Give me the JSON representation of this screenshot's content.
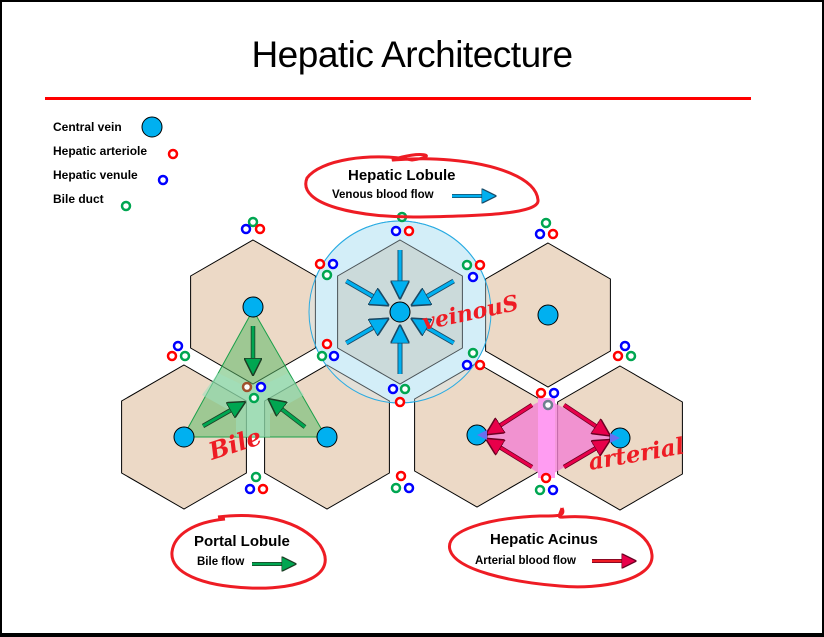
{
  "title": "Hepatic Architecture",
  "colors": {
    "title_rule": "#ff0000",
    "central_vein": "#00b0f0",
    "hepatic_arteriole": "#ff0000",
    "hepatic_venule": "#0000ff",
    "bile_duct": "#00a651",
    "hex_fill": "#ecd9c6",
    "lobule_circle_fill": "#d3eef8",
    "lobule_hex_fill": "#c7cfc9",
    "portal_fill": "#8cc98f",
    "acinus_fill": "#f27fd2",
    "annotation": "#ee1c24"
  },
  "legend": {
    "items": [
      {
        "label": "Central vein",
        "icon": "central-vein-circle"
      },
      {
        "label": "Hepatic arteriole",
        "icon": "red-ring"
      },
      {
        "label": "Hepatic venule",
        "icon": "blue-ring"
      },
      {
        "label": "Bile duct",
        "icon": "green-ring"
      }
    ]
  },
  "callouts": {
    "hepatic_lobule": {
      "title": "Hepatic Lobule",
      "subtitle": "Venous blood flow",
      "arrow": "blue-arrow"
    },
    "portal_lobule": {
      "title": "Portal Lobule",
      "subtitle": "Bile flow",
      "arrow": "green-arrow"
    },
    "hepatic_acinus": {
      "title": "Hepatic Acinus",
      "subtitle": "Arterial blood flow",
      "arrow": "red-arrow"
    }
  },
  "annotations": {
    "veinous": "veinouS",
    "bile": "Bile",
    "arterial": "arterial"
  }
}
